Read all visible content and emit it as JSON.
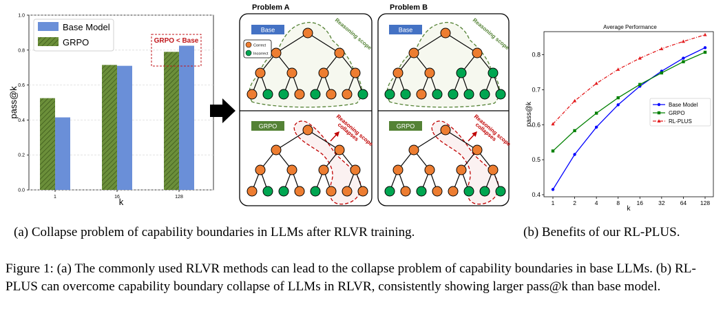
{
  "bar_chart": {
    "type": "bar",
    "categories": [
      "1",
      "16",
      "128"
    ],
    "series": [
      {
        "name": "GRPO",
        "values": [
          0.525,
          0.715,
          0.79
        ]
      },
      {
        "name": "Base Model",
        "values": [
          0.415,
          0.71,
          0.825
        ]
      }
    ],
    "legend_order": [
      "Base Model",
      "GRPO"
    ],
    "xlabel": "k",
    "ylabel": "pass@k",
    "ylim": [
      0.0,
      1.0
    ],
    "yticks": [
      "0.0",
      "0.2",
      "0.4",
      "0.6",
      "0.8",
      "1.0"
    ],
    "annotation": "GRPO < Base",
    "colors": {
      "Base Model": "#6a8fd8",
      "GRPO": "#6b8f3a",
      "annotation": "#c0161b"
    }
  },
  "diagram": {
    "panels": [
      {
        "title": "Problem A",
        "base_label": "Base",
        "grpo_label": "GRPO",
        "base_leaves": [
          "C",
          "I",
          "I",
          "C",
          "I",
          "C",
          "C",
          "I"
        ],
        "grpo_leaves": [
          "C",
          "I",
          "I",
          "C",
          "I",
          "C",
          "C",
          "C"
        ]
      },
      {
        "title": "Problem B",
        "base_label": "Base",
        "grpo_label": "GRPO",
        "base_level3": [
          "C",
          "C",
          "I",
          "I"
        ],
        "base_leaves": [
          "I",
          "I",
          "C",
          "I",
          "I",
          "I",
          "I",
          "I"
        ],
        "grpo_leaves": [
          "I",
          "C",
          "I",
          "C",
          "C",
          "I",
          "I",
          "I"
        ]
      }
    ],
    "scope_label": "Reasoning scope",
    "collapse_label": "Reasoning scope collapses",
    "legend": {
      "correct": "Correct",
      "incorrect": "Incorrect"
    },
    "colors": {
      "correct": "#ed7d31",
      "incorrect": "#00a651",
      "base": "#4472c4",
      "grpo": "#548235",
      "scope_green": "#548235",
      "scope_red": "#c00000"
    }
  },
  "chart_data": {
    "type": "line",
    "title": "Average Performance",
    "x": [
      "1",
      "2",
      "4",
      "8",
      "16",
      "32",
      "64",
      "128"
    ],
    "series": [
      {
        "name": "Base Model",
        "values": [
          0.415,
          0.515,
          0.593,
          0.657,
          0.71,
          0.753,
          0.79,
          0.82
        ]
      },
      {
        "name": "GRPO",
        "values": [
          0.525,
          0.583,
          0.633,
          0.677,
          0.715,
          0.748,
          0.78,
          0.807
        ]
      },
      {
        "name": "RL-PLUS",
        "values": [
          0.602,
          0.668,
          0.718,
          0.758,
          0.79,
          0.817,
          0.838,
          0.857
        ]
      }
    ],
    "xlabel": "k",
    "ylabel": "pass@k",
    "ylim": [
      0.4,
      0.86
    ],
    "yticks": [
      "0.4",
      "0.5",
      "0.6",
      "0.7",
      "0.8"
    ],
    "legend": "center-right",
    "colors": {
      "Base Model": "#0000ff",
      "GRPO": "#008000",
      "RL-PLUS": "#e31a1c"
    }
  },
  "captions": {
    "a": "(a) Collapse problem of capability boundaries in LLMs after RLVR training.",
    "b": "(b) Benefits of our RL-PLUS.",
    "main": "Figure 1: (a) The commonly used RLVR methods can lead to the collapse problem of capability boundaries in base LLMs. (b) RL-PLUS can overcome capability boundary collapse of LLMs in RLVR, consistently showing larger pass@k than base model."
  }
}
